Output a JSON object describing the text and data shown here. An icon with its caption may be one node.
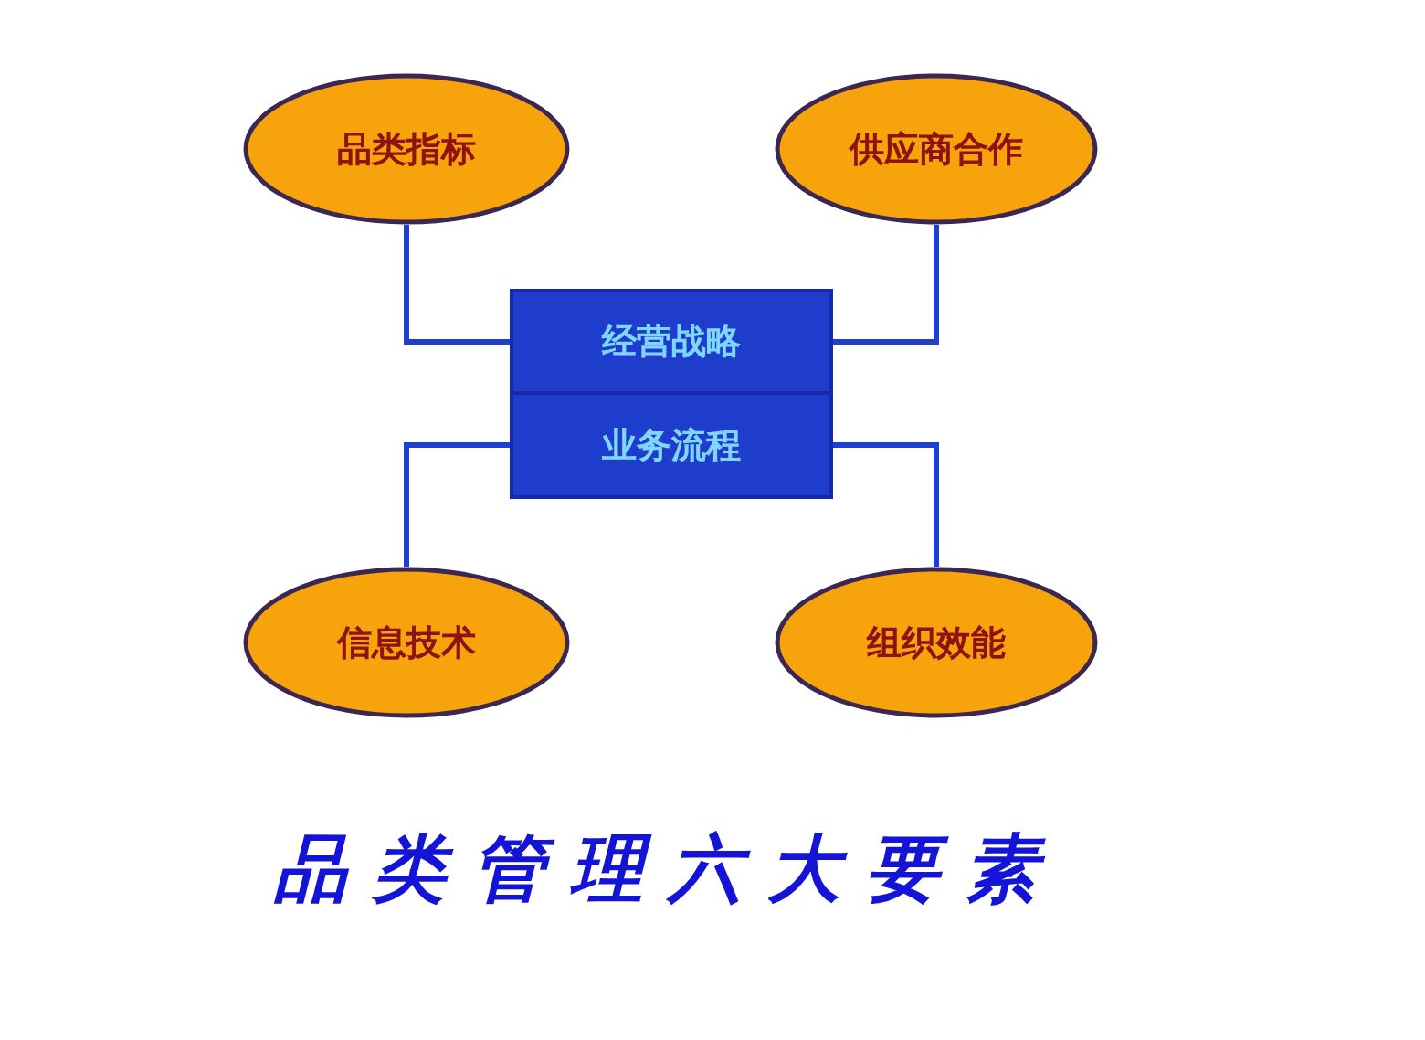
{
  "diagram": {
    "title": "品类管理六大要素",
    "nodes": [
      {
        "text": [
          "品类指标"
        ]
      },
      {
        "text": [
          "供应商合作"
        ]
      },
      {
        "text": [
          "经营战略"
        ]
      },
      {
        "text": [
          "业务流程"
        ]
      },
      {
        "text": [
          "信息技术"
        ]
      },
      {
        "text": [
          "组织效能"
        ]
      }
    ],
    "edges": [
      {
        "from": 0,
        "to": 2,
        "arrow": "none"
      },
      {
        "from": 1,
        "to": 2,
        "arrow": "none"
      },
      {
        "from": 4,
        "to": 3,
        "arrow": "none"
      },
      {
        "from": 5,
        "to": 3,
        "arrow": "none"
      }
    ]
  }
}
